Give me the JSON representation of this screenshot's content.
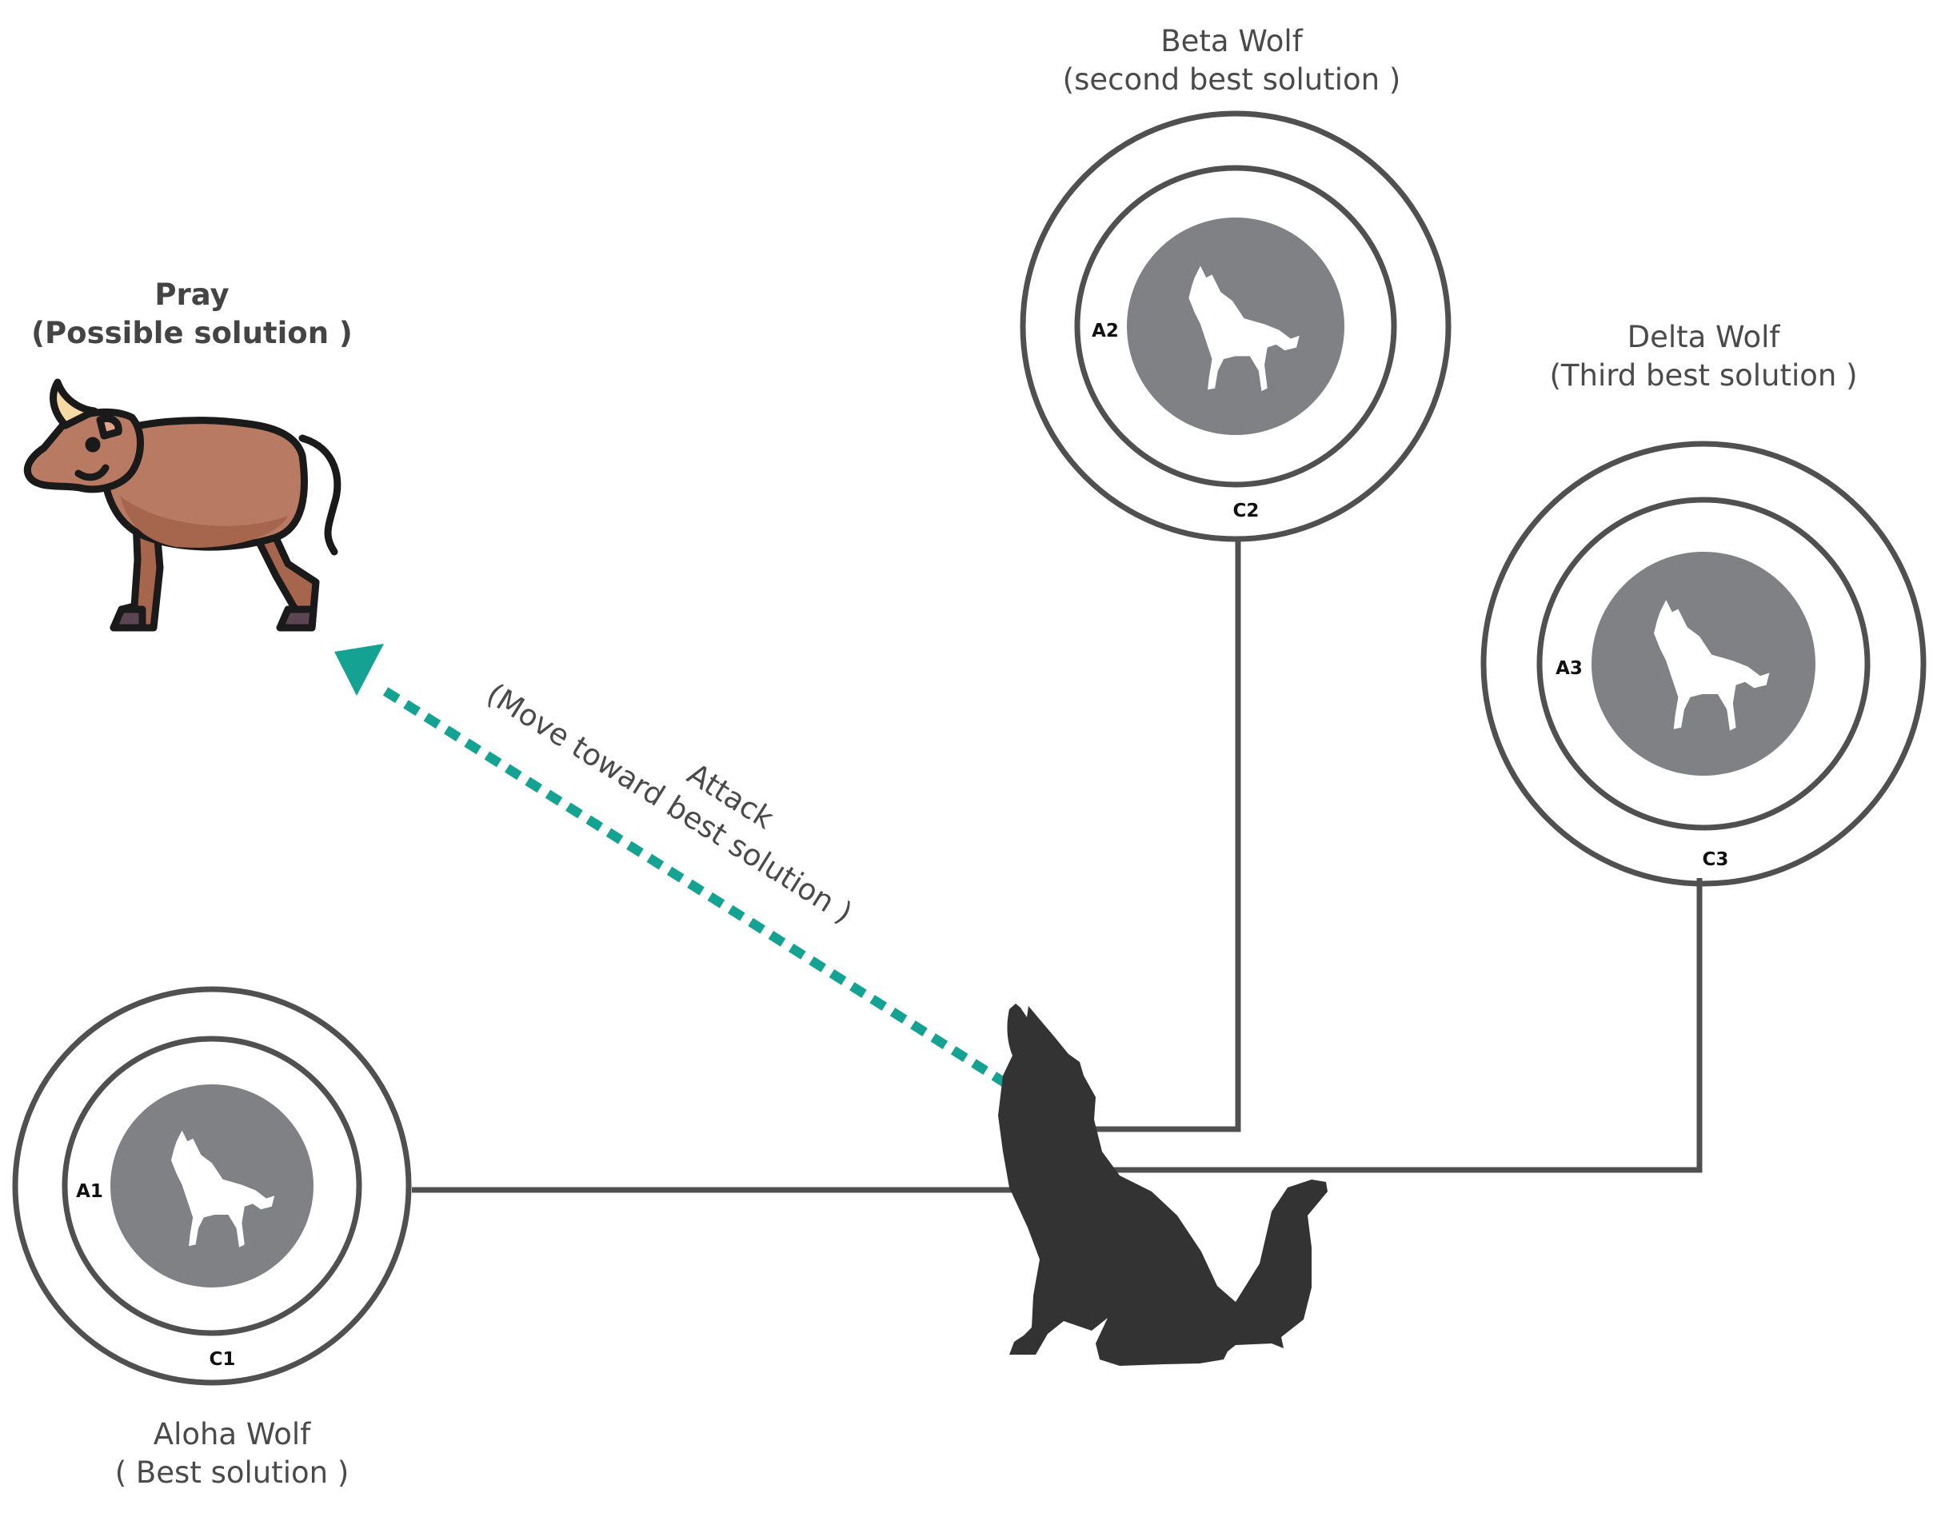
{
  "prey": {
    "title": "Pray",
    "subtitle": "(Possible solution )"
  },
  "alpha": {
    "title": "Aloha Wolf",
    "subtitle": "( Best solution )",
    "a_label": "A1",
    "c_label": "C1"
  },
  "beta": {
    "title": "Beta Wolf",
    "subtitle": "(second best solution )",
    "a_label": "A2",
    "c_label": "C2"
  },
  "delta": {
    "title": "Delta Wolf",
    "subtitle": "(Third best solution )",
    "a_label": "A3",
    "c_label": "C3"
  },
  "attack": {
    "line1": "Attack",
    "line2": "(Move toward best solution )"
  },
  "colors": {
    "ring": "#505050",
    "badge": "#808184",
    "wolf": "#333333",
    "arrow": "#14a393",
    "bull_body": "#b87a63",
    "bull_outline": "#1a1a1a"
  },
  "icons": {
    "badge_icon": "howling-wolf-icon",
    "center_icon": "howling-wolf-silhouette",
    "prey_icon": "bull-icon"
  }
}
